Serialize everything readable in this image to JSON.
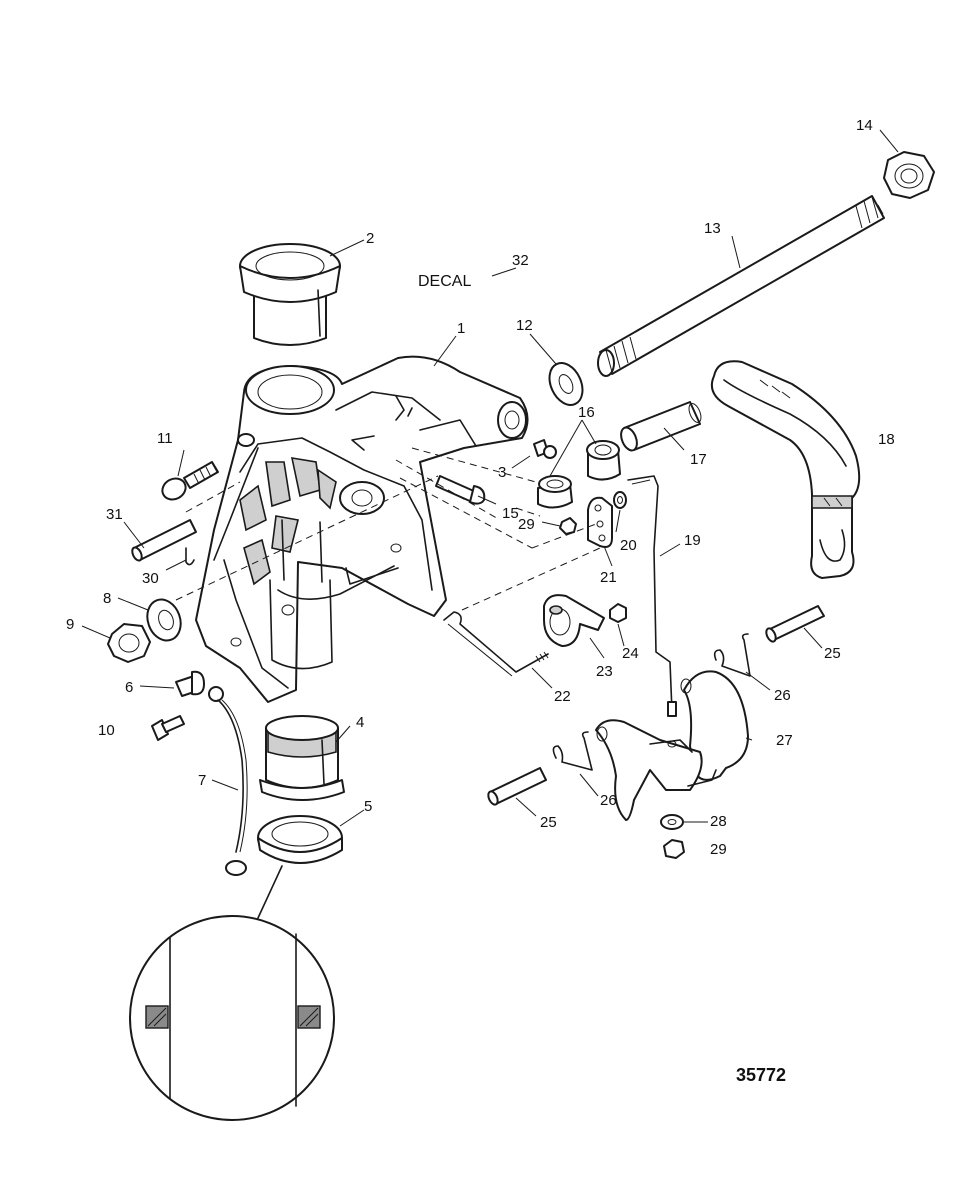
{
  "callouts": {
    "c1": "1",
    "c2": "2",
    "c3": "3",
    "c4": "4",
    "c5": "5",
    "c6": "6",
    "c7": "7",
    "c8": "8",
    "c9": "9",
    "c10": "10",
    "c11": "11",
    "c12": "12",
    "c13": "13",
    "c14": "14",
    "c15": "15",
    "c16": "16",
    "c17": "17",
    "c18": "18",
    "c19": "19",
    "c20": "20",
    "c21": "21",
    "c22": "22",
    "c23": "23",
    "c24": "24",
    "c25a": "25",
    "c25b": "25",
    "c26a": "26",
    "c26b": "26",
    "c27": "27",
    "c28": "28",
    "c29a": "29",
    "c29b": "29",
    "c30": "30",
    "c31": "31",
    "c32": "32"
  },
  "decal_text": "DECAL",
  "figure_number": "35772"
}
